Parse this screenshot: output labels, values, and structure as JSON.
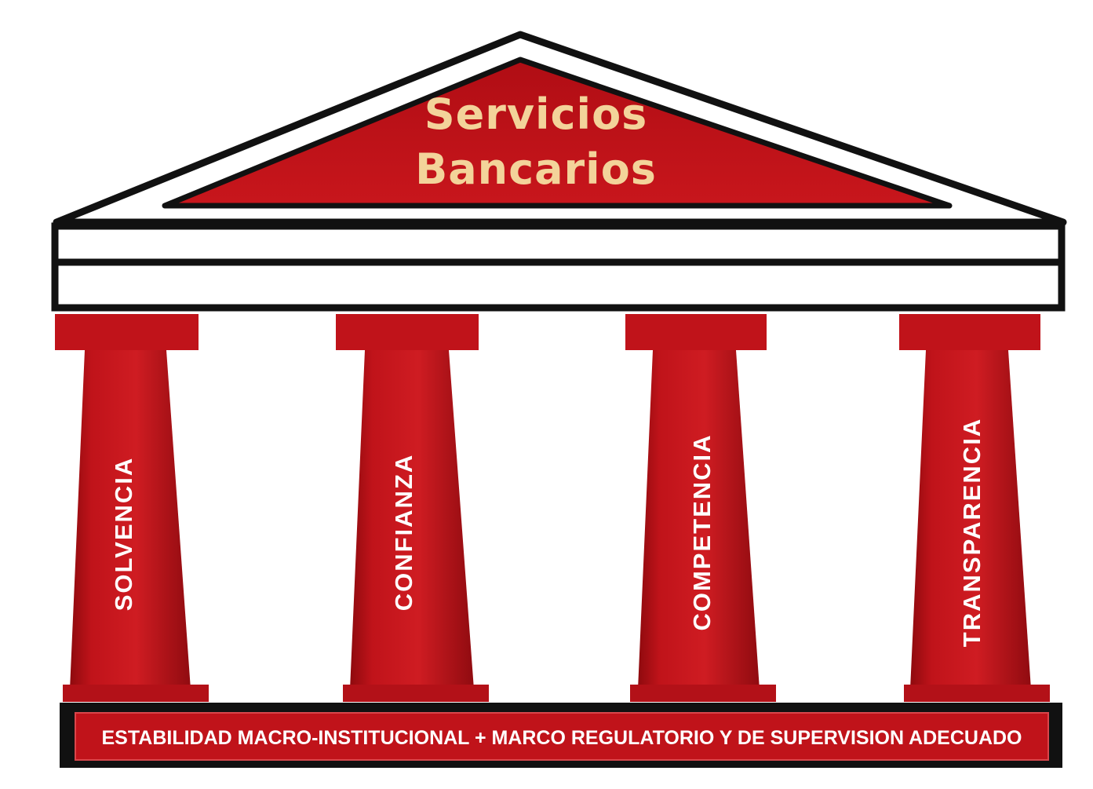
{
  "diagram": {
    "roof": {
      "line1": "Servicios",
      "line2": "Bancarios"
    },
    "pillars": [
      {
        "label": "SOLVENCIA"
      },
      {
        "label": "CONFIANZA"
      },
      {
        "label": "COMPETENCIA"
      },
      {
        "label": "TRANSPARENCIA"
      }
    ],
    "base": {
      "label": "ESTABILIDAD MACRO-INSTITUCIONAL + MARCO REGULATORIO Y DE SUPERVISION ADECUADO"
    }
  },
  "colors": {
    "red": "#c0131a",
    "outline": "#111111",
    "roof_text": "#f3d39a",
    "label_text": "#ffffff"
  }
}
